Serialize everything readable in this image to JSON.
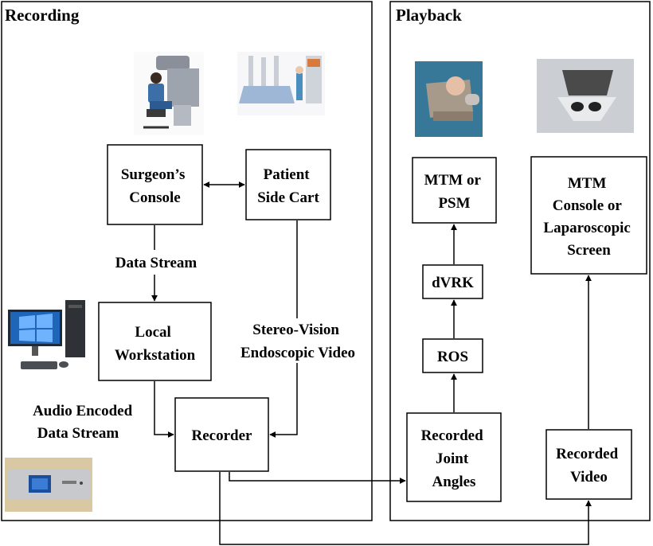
{
  "panels": {
    "recording": "Recording",
    "playback": "Playback"
  },
  "boxes": {
    "surgeon_console": [
      "Surgeon’s",
      "Console"
    ],
    "patient_cart": [
      "Patient",
      "Side Cart"
    ],
    "local_workstation": [
      "Local",
      "Workstation"
    ],
    "recorder": [
      "Recorder"
    ],
    "recorded_joint_angles": [
      "Recorded",
      "Joint",
      "Angles"
    ],
    "ros": [
      "ROS"
    ],
    "dvrk": [
      "dVRK"
    ],
    "mtm_psm": [
      "MTM or",
      "PSM"
    ],
    "recorded_video": [
      "Recorded",
      "Video"
    ],
    "mtm_console": [
      "MTM",
      "Console or",
      "Laparoscopic",
      "Screen"
    ]
  },
  "labels": {
    "data_stream": [
      "Data Stream"
    ],
    "stereo_vision": [
      "Stereo-Vision",
      "Endoscopic Video"
    ],
    "audio_encoded": [
      "Audio Encoded",
      "Data Stream"
    ]
  },
  "colors": {
    "stroke": "#000000",
    "background": "#ffffff"
  }
}
